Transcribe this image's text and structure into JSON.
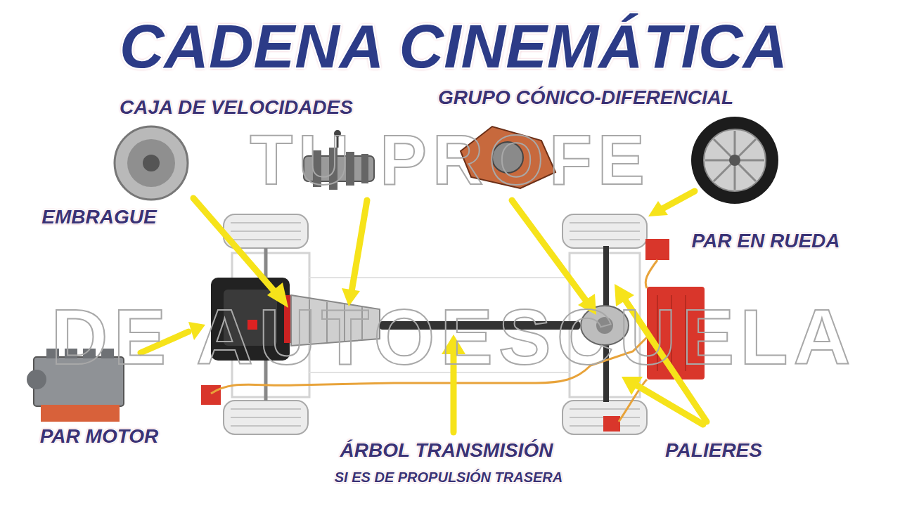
{
  "diagram": {
    "title": "CADENA CINEMÁTICA",
    "labels": [
      "CAJA DE VELOCIDADES",
      "GRUPO CÓNICO-DIFERENCIAL",
      "TU PROFE",
      "EMBRAGUE",
      "PAR EN RUEDA",
      "DE AUTOESCUELA",
      "PAR MOTOR",
      "ÁRBOL TRANSMISIÓN",
      "SI ES DE PROPULSIÓN TRASERA",
      "PALIERES"
    ]
  }
}
